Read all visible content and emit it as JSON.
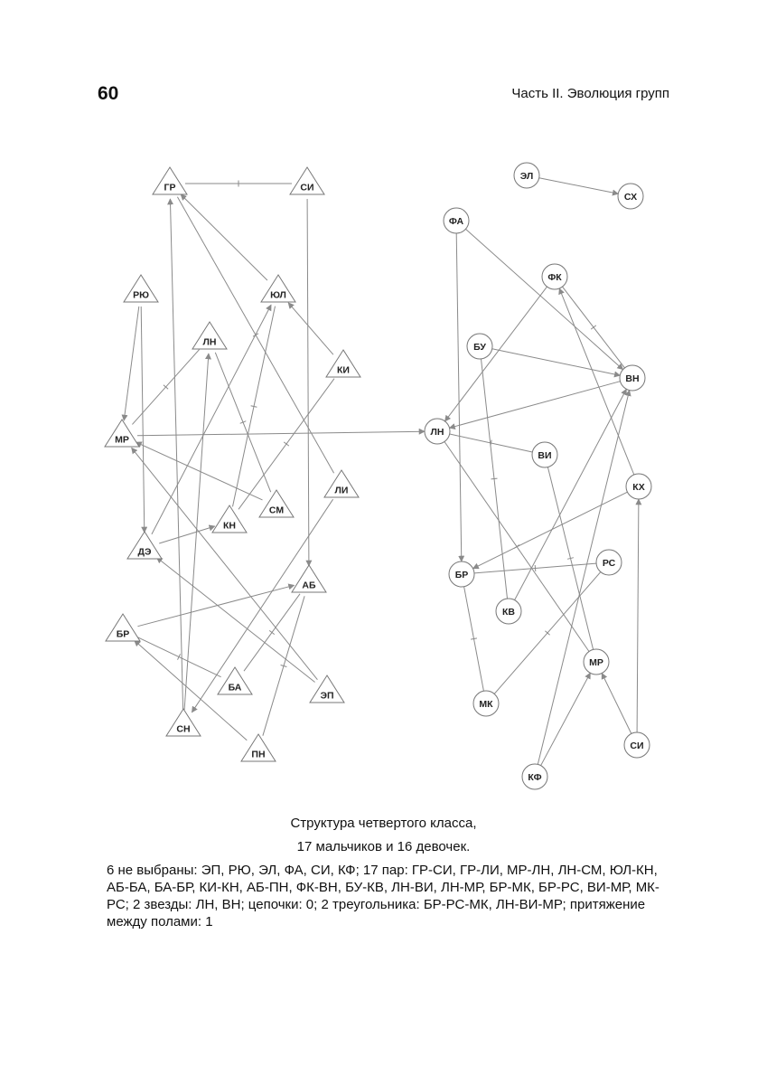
{
  "header": {
    "page_number": "60",
    "running_title": "Часть II. Эволюция групп"
  },
  "caption": {
    "line1": "Структура четвертого класса,",
    "line2": "17 мальчиков и 16 девочек."
  },
  "summary": "6 не выбраны: ЭП, РЮ, ЭЛ, ФА, СИ, КФ; 17 пар: ГР-СИ, ГР-ЛИ, МР-ЛН, ЛН-СМ, ЮЛ-КН, АБ-БА, БА-БР, КИ-КН, АБ-ПН, ФК-ВН, БУ-КВ, ЛН-ВИ, ЛН-МР, БР-МК, БР-РС, ВИ-МР, МК-РС; 2 звезды: ЛН, ВН; цепочки: 0; 2 треугольника: БР-РС-МК, ЛН-ВИ-МР; притяжение между полами: 1",
  "colors": {
    "edge": "#8a8a8a",
    "node_stroke": "#777777",
    "text": "#111111"
  },
  "boys": [
    {
      "id": "b_gr",
      "label": "ГР"
    },
    {
      "id": "b_si",
      "label": "СИ"
    },
    {
      "id": "b_ryu",
      "label": "РЮ"
    },
    {
      "id": "b_yul",
      "label": "ЮЛ"
    },
    {
      "id": "b_ln",
      "label": "ЛН"
    },
    {
      "id": "b_ki",
      "label": "КИ"
    },
    {
      "id": "b_mr",
      "label": "МР"
    },
    {
      "id": "b_li",
      "label": "ЛИ"
    },
    {
      "id": "b_sm",
      "label": "СМ"
    },
    {
      "id": "b_kn",
      "label": "КН"
    },
    {
      "id": "b_de",
      "label": "ДЭ"
    },
    {
      "id": "b_ab",
      "label": "АБ"
    },
    {
      "id": "b_br",
      "label": "БР"
    },
    {
      "id": "b_ba",
      "label": "БА"
    },
    {
      "id": "b_ep",
      "label": "ЭП"
    },
    {
      "id": "b_sn",
      "label": "СН"
    },
    {
      "id": "b_pn",
      "label": "ПН"
    }
  ],
  "girls": [
    {
      "id": "g_el",
      "label": "ЭЛ"
    },
    {
      "id": "g_sx",
      "label": "СХ"
    },
    {
      "id": "g_fa",
      "label": "ФА"
    },
    {
      "id": "g_fk",
      "label": "ФК"
    },
    {
      "id": "g_bu",
      "label": "БУ"
    },
    {
      "id": "g_vn",
      "label": "ВН"
    },
    {
      "id": "g_ln",
      "label": "ЛН"
    },
    {
      "id": "g_vi",
      "label": "ВИ"
    },
    {
      "id": "g_kx",
      "label": "КХ"
    },
    {
      "id": "g_rs",
      "label": "РС"
    },
    {
      "id": "g_br",
      "label": "БР"
    },
    {
      "id": "g_kv",
      "label": "КВ"
    },
    {
      "id": "g_mr",
      "label": "МР"
    },
    {
      "id": "g_mk",
      "label": "МК"
    },
    {
      "id": "g_si",
      "label": "СИ"
    },
    {
      "id": "g_kf",
      "label": "КФ"
    }
  ],
  "edges": [
    {
      "from": "b_gr",
      "to": "b_si",
      "mutual": true
    },
    {
      "from": "b_gr",
      "to": "b_li",
      "mutual": true
    },
    {
      "from": "b_mr",
      "to": "b_ln",
      "mutual": true
    },
    {
      "from": "b_ln",
      "to": "b_sm",
      "mutual": true
    },
    {
      "from": "b_yul",
      "to": "b_kn",
      "mutual": true
    },
    {
      "from": "b_ab",
      "to": "b_ba",
      "mutual": true
    },
    {
      "from": "b_ba",
      "to": "b_br",
      "mutual": true
    },
    {
      "from": "b_ki",
      "to": "b_kn",
      "mutual": true
    },
    {
      "from": "b_ab",
      "to": "b_pn",
      "mutual": true
    },
    {
      "from": "b_yul",
      "to": "b_gr",
      "mutual": false
    },
    {
      "from": "b_ki",
      "to": "b_yul",
      "mutual": false
    },
    {
      "from": "b_ryu",
      "to": "b_mr",
      "mutual": false
    },
    {
      "from": "b_ryu",
      "to": "b_de",
      "mutual": false
    },
    {
      "from": "b_sn",
      "to": "b_gr",
      "mutual": false
    },
    {
      "from": "b_si",
      "to": "b_ab",
      "mutual": false
    },
    {
      "from": "b_sm",
      "to": "b_mr",
      "mutual": false
    },
    {
      "from": "b_de",
      "to": "b_yul",
      "mutual": false
    },
    {
      "from": "b_de",
      "to": "b_kn",
      "mutual": false
    },
    {
      "from": "b_br",
      "to": "b_ab",
      "mutual": false
    },
    {
      "from": "b_ep",
      "to": "b_de",
      "mutual": false
    },
    {
      "from": "b_ep",
      "to": "b_mr",
      "mutual": false
    },
    {
      "from": "b_li",
      "to": "b_sn",
      "mutual": false
    },
    {
      "from": "b_sn",
      "to": "b_ln",
      "mutual": false
    },
    {
      "from": "b_pn",
      "to": "b_br",
      "mutual": false
    },
    {
      "from": "b_mr",
      "to": "g_ln",
      "mutual": false
    },
    {
      "from": "g_el",
      "to": "g_sx",
      "mutual": false
    },
    {
      "from": "g_fa",
      "to": "g_vn",
      "mutual": false
    },
    {
      "from": "g_fa",
      "to": "g_br",
      "mutual": false
    },
    {
      "from": "g_fk",
      "to": "g_vn",
      "mutual": true
    },
    {
      "from": "g_fk",
      "to": "g_ln",
      "mutual": false
    },
    {
      "from": "g_bu",
      "to": "g_vn",
      "mutual": false
    },
    {
      "from": "g_bu",
      "to": "g_kv",
      "mutual": true
    },
    {
      "from": "g_vn",
      "to": "g_ln",
      "mutual": false
    },
    {
      "from": "g_ln",
      "to": "g_vi",
      "mutual": true
    },
    {
      "from": "g_ln",
      "to": "g_mr",
      "mutual": true
    },
    {
      "from": "g_kx",
      "to": "g_fk",
      "mutual": false
    },
    {
      "from": "g_kx",
      "to": "g_br",
      "mutual": false
    },
    {
      "from": "g_br",
      "to": "g_rs",
      "mutual": true
    },
    {
      "from": "g_br",
      "to": "g_mk",
      "mutual": true
    },
    {
      "from": "g_vi",
      "to": "g_mr",
      "mutual": true
    },
    {
      "from": "g_mk",
      "to": "g_rs",
      "mutual": true
    },
    {
      "from": "g_kv",
      "to": "g_vn",
      "mutual": false
    },
    {
      "from": "g_si",
      "to": "g_kx",
      "mutual": false
    },
    {
      "from": "g_si",
      "to": "g_mr",
      "mutual": false
    },
    {
      "from": "g_kf",
      "to": "g_mr",
      "mutual": false
    },
    {
      "from": "g_kf",
      "to": "g_vn",
      "mutual": false
    }
  ]
}
